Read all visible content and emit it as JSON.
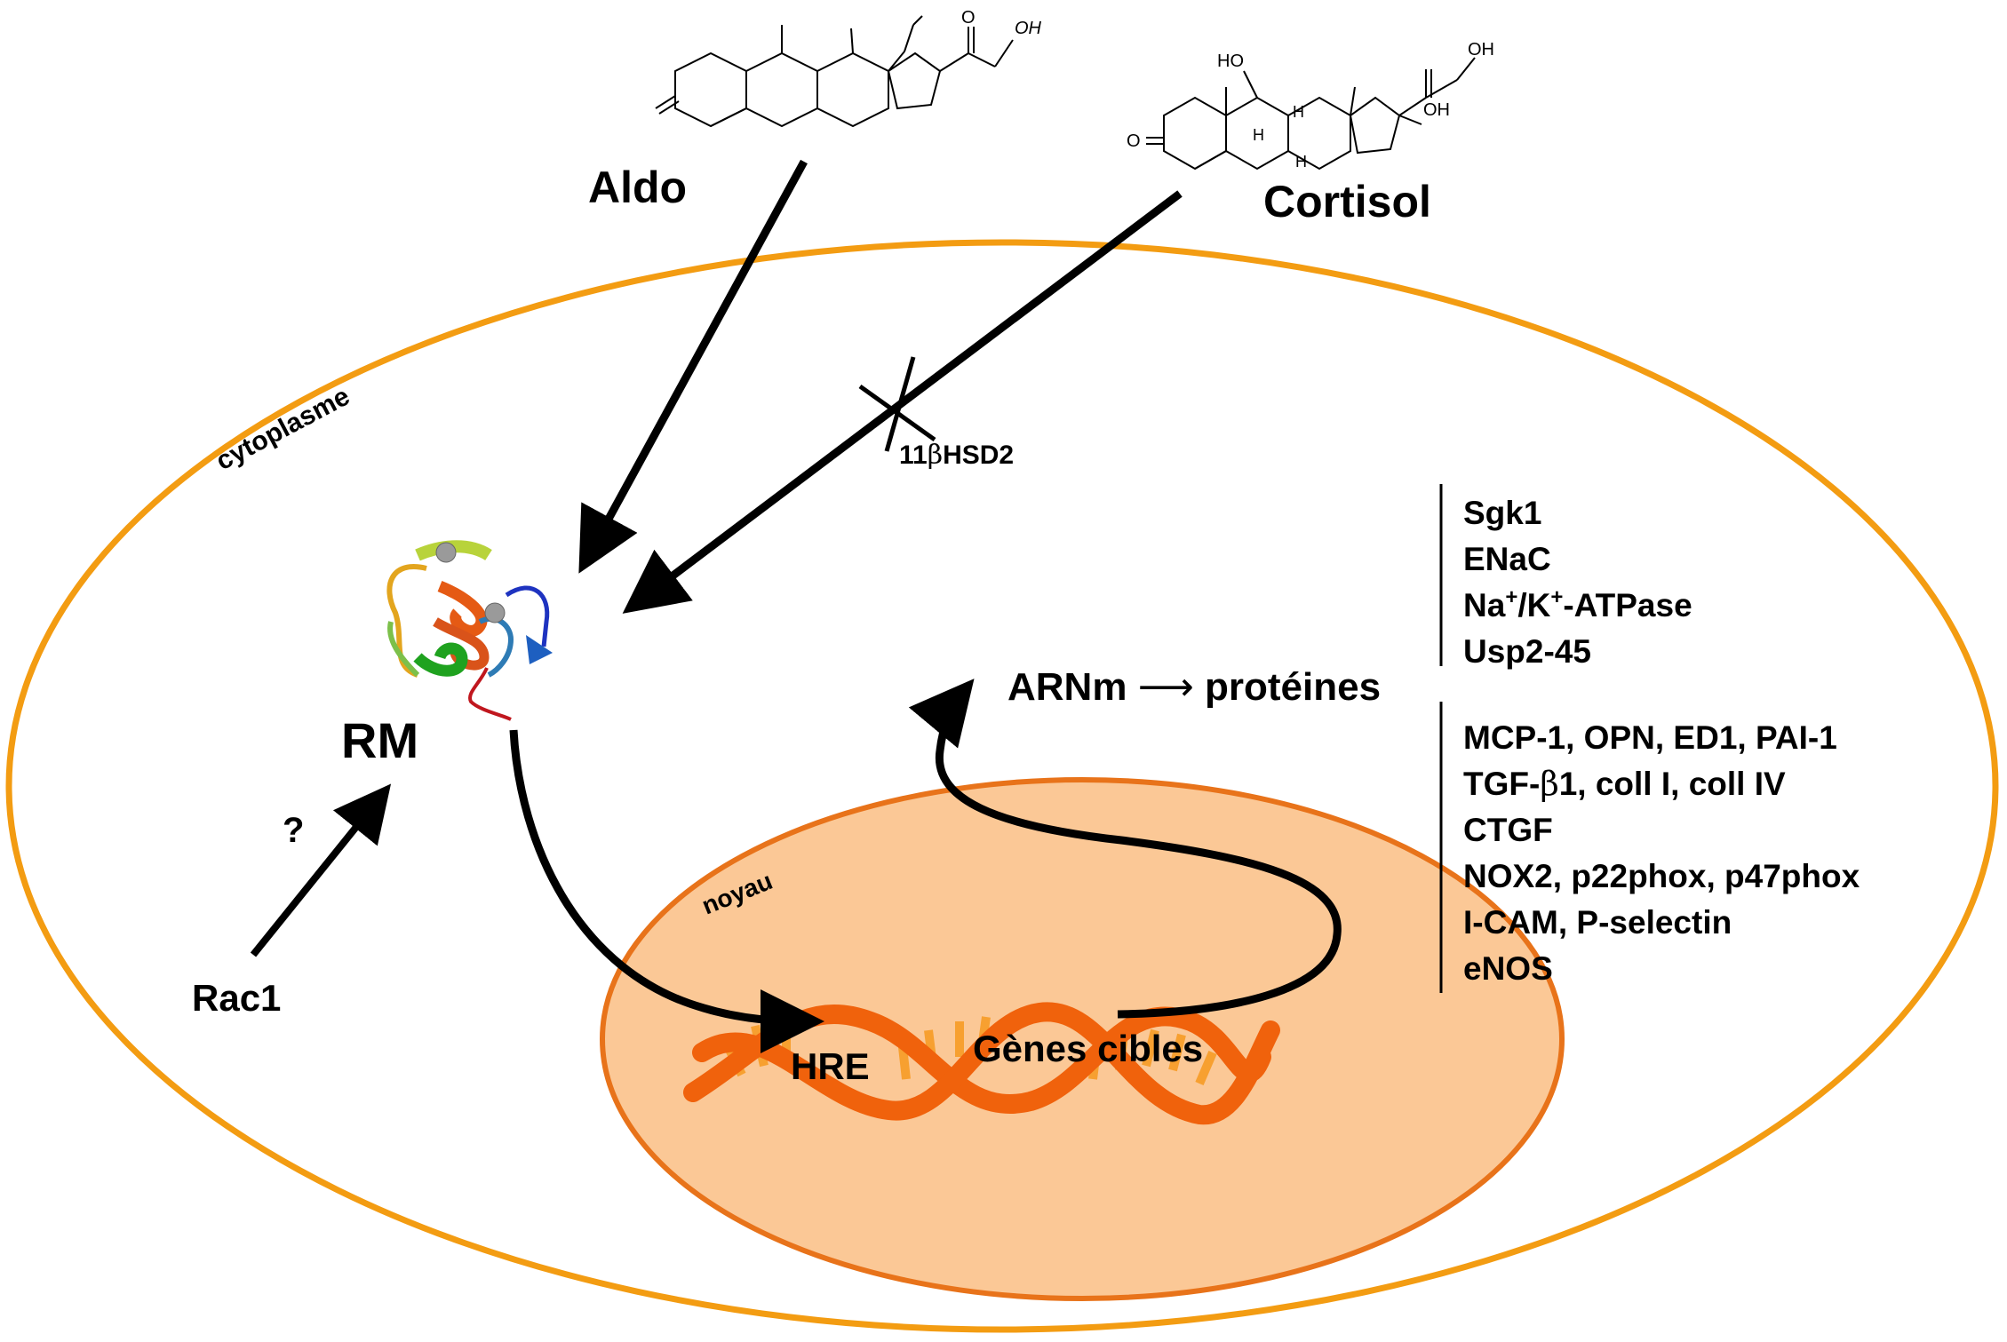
{
  "diagram": {
    "compartments": {
      "cell": "cytoplasme",
      "nucleus": "noyau"
    },
    "hormones": {
      "aldo": "Aldo",
      "cortisol": "Cortisol"
    },
    "receptor": "RM",
    "activator": "Rac1",
    "activator_mark": "?",
    "enzyme": {
      "prefix": "11",
      "greek": "β",
      "suffix": "HSD2"
    },
    "dna": {
      "element": "HRE",
      "genes": "Gènes cibles"
    },
    "expression": {
      "mrna": "ARNm",
      "arrow": "⟶",
      "protein": "protéines"
    },
    "targets_group1": {
      "sgk1": "Sgk1",
      "enac": "ENaC",
      "na": "Na",
      "na_sup": "+",
      "k": "/K",
      "k_sup": "+",
      "atpase": "-ATPase",
      "usp": "Usp2-45"
    },
    "targets_group2": {
      "line1": "MCP-1, OPN, ED1, PAI-1",
      "tgf_pre": "TGF-",
      "tgf_greek": "β",
      "tgf_post": "1, coll I, coll IV",
      "line3": "CTGF",
      "line4": "NOX2, p22phox, p47phox",
      "line5": "I-CAM, P-selectin",
      "line6": "eNOS"
    },
    "molecule_labels": {
      "aldo_oh": "OH",
      "aldo_o": "O",
      "cortisol_ho": "HO",
      "cortisol_oh_top": "OH",
      "cortisol_oh_side": "OH",
      "cortisol_o": "O",
      "cortisol_h1": "H",
      "cortisol_h2": "H",
      "cortisol_h3": "H"
    },
    "colors": {
      "cell_membrane": "#f39c12",
      "nucleus_fill": "#fbc896",
      "nucleus_border": "#e8731a",
      "dna_backbone": "#f0620c",
      "dna_rungs": "#f7a030",
      "arrows": "#000000"
    }
  }
}
